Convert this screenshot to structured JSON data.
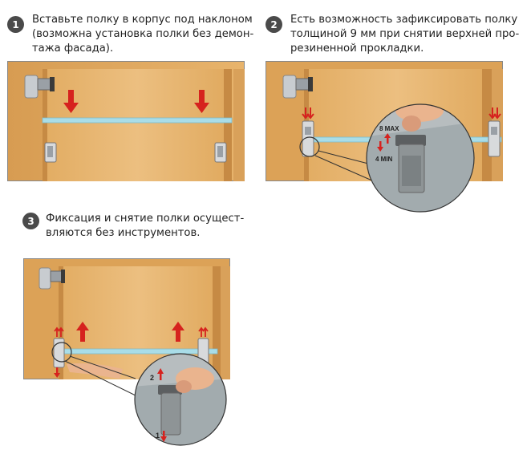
{
  "steps": [
    {
      "number": "1",
      "text": "Вставьте полку в корпус под наклоном\n(возможна установка полки без демон-\nтажа фасада)."
    },
    {
      "number": "2",
      "text": "Есть возможность зафиксировать полку\nтолщиной 9 мм при снятии верхней про-\nрезиненной прокладки."
    },
    {
      "number": "3",
      "text": "Фиксация и снятие полки осущест-\nвляются без инструментов."
    }
  ],
  "labels": {
    "max": "8 MAX",
    "min": "4 MIN",
    "arrow_2": "2",
    "arrow_1": "1"
  },
  "colors": {
    "wood": "#e6b46e",
    "wood_dark": "#c8914a",
    "glass": "#a9dde8",
    "arrow_red": "#d6221e",
    "badge": "#4a4a4a",
    "metal": "#c8ccd0"
  },
  "icons": [
    "hinge-icon",
    "shelf-support-icon",
    "hand-icon",
    "arrow-down-icon",
    "arrow-up-icon"
  ]
}
